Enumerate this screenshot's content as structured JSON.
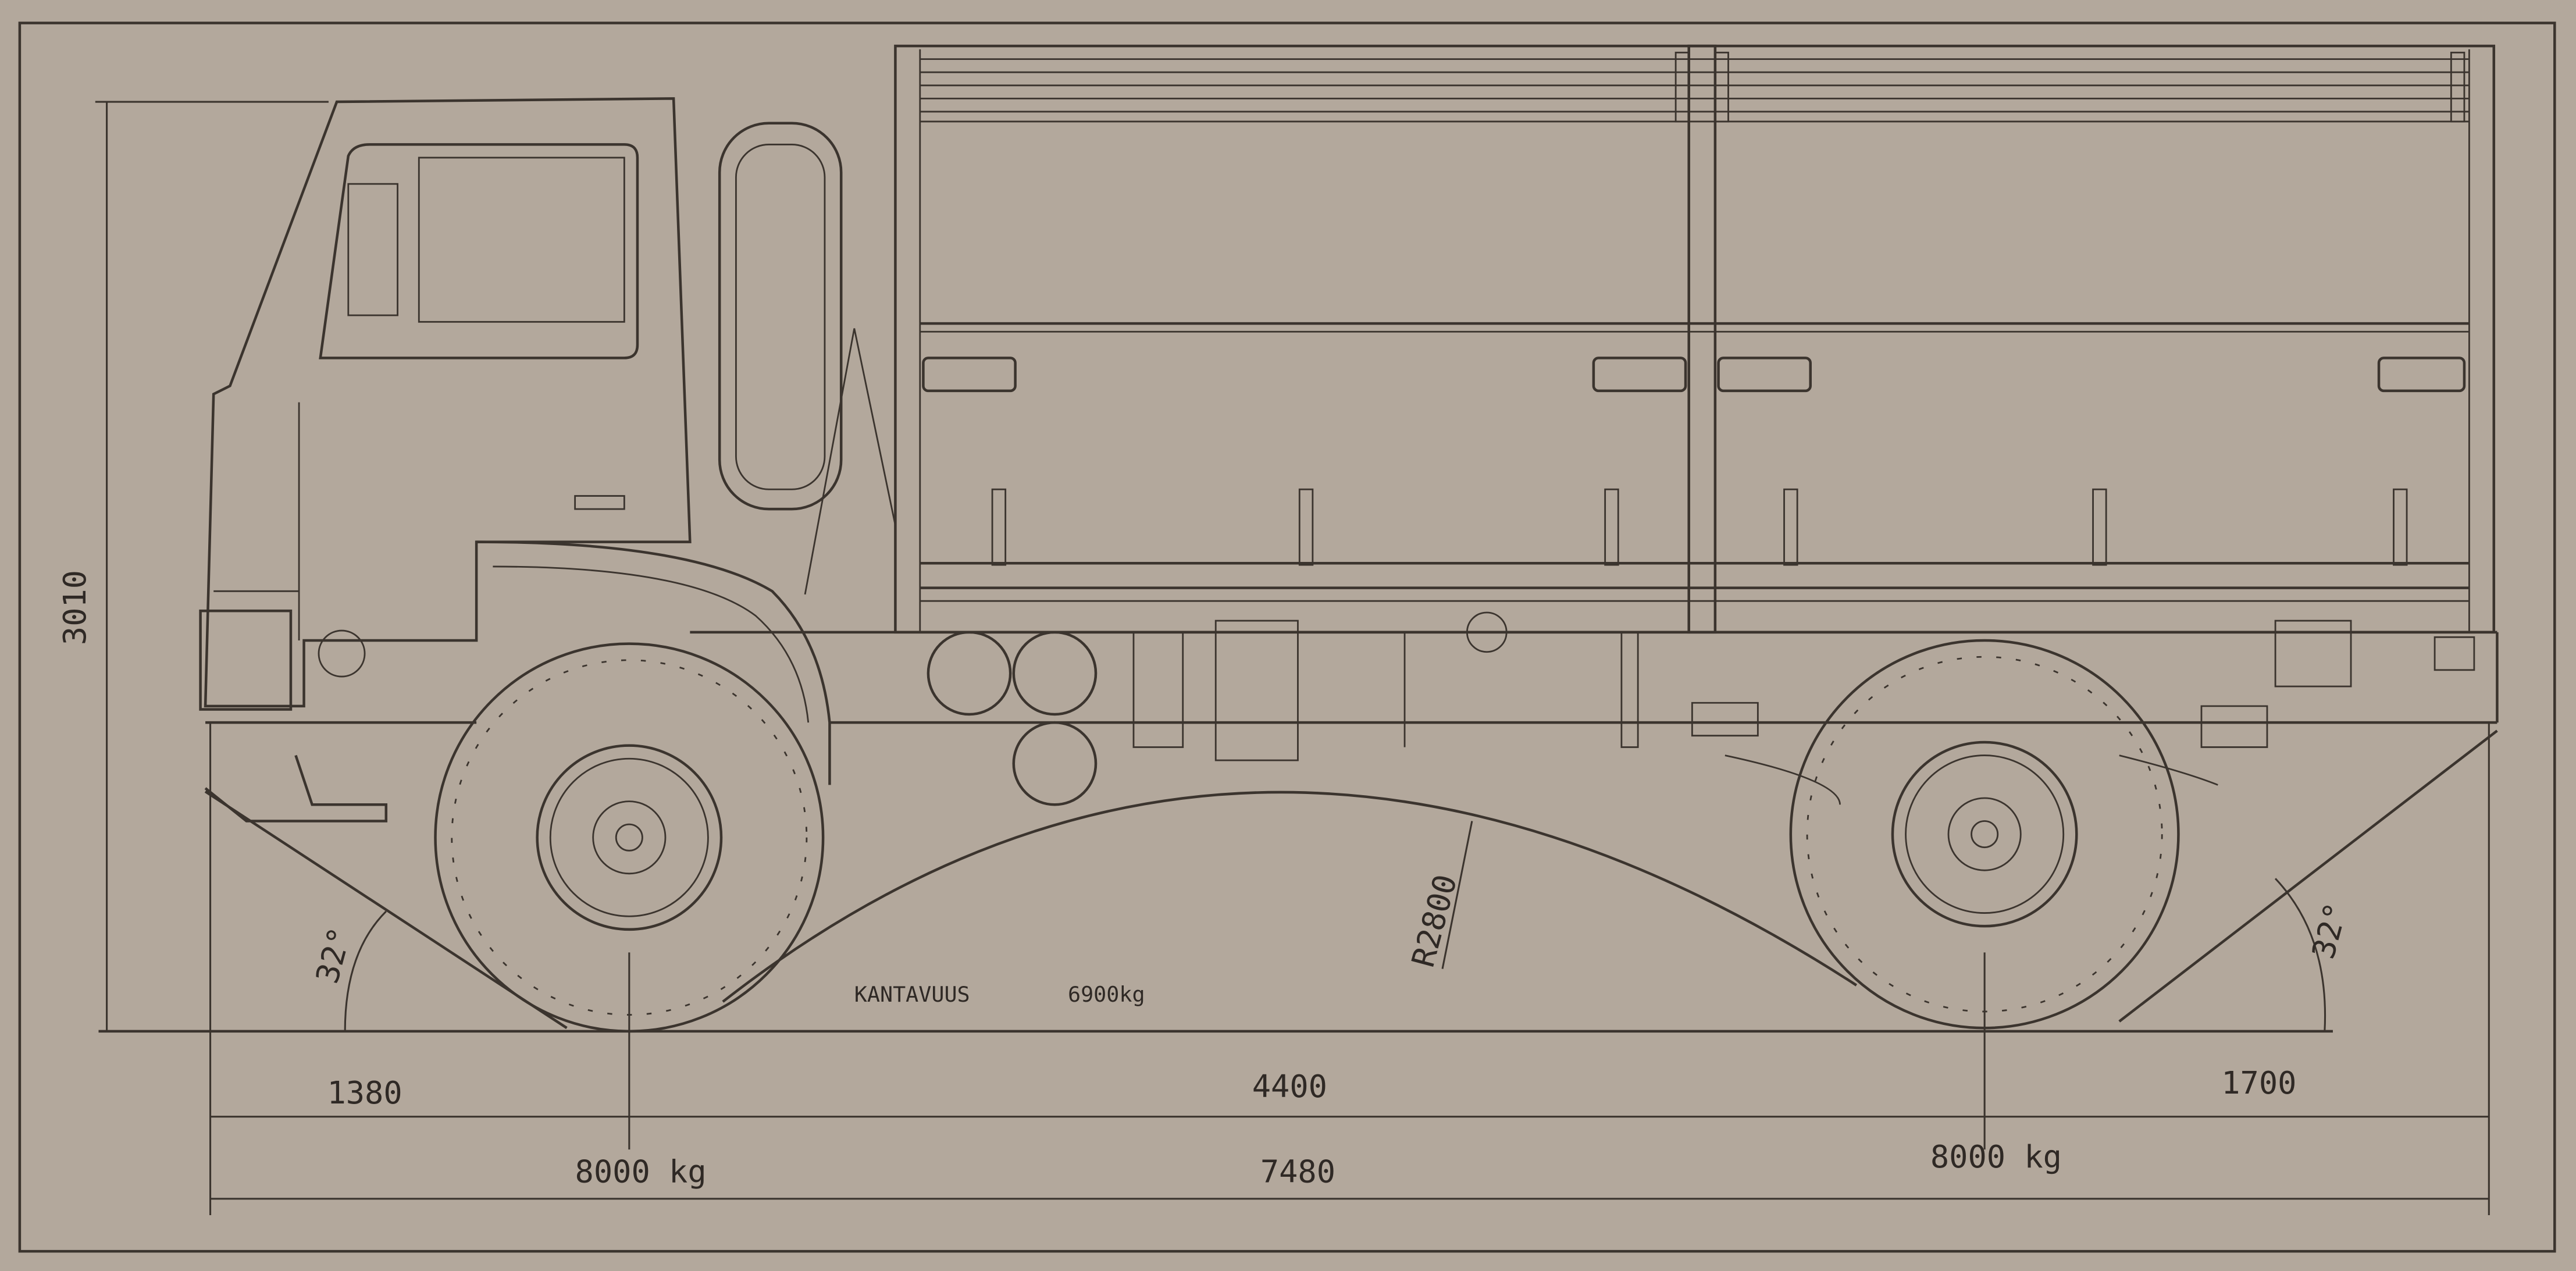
{
  "drawing": {
    "height_label": "3010",
    "front_overhang": "1380",
    "wheelbase": "4400",
    "rear_overhang": "1700",
    "overall_length": "7480",
    "front_axle_load": "8000 kg",
    "rear_axle_load": "8000 kg",
    "payload_label": "KANTAVUUS",
    "payload_value": "6900kg",
    "belly_radius": "R2800",
    "approach_angle": "32°",
    "departure_angle": "32°"
  },
  "colors": {
    "paper": "#b3a89c",
    "ink": "#3b342e"
  }
}
